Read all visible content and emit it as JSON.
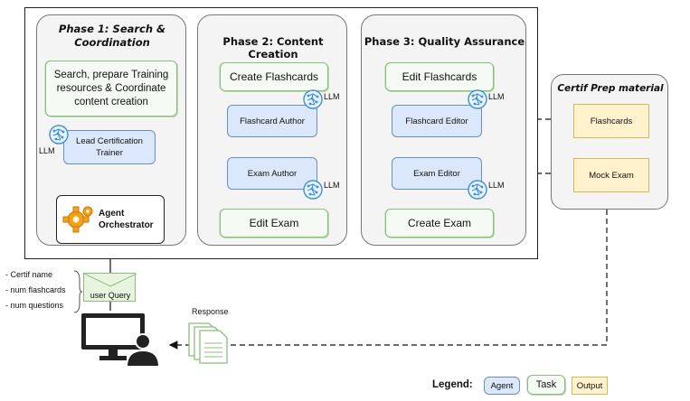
{
  "phases": [
    {
      "title": "Phase 1: Search & Coordination"
    },
    {
      "title": "Phase 2: Content Creation"
    },
    {
      "title": "Phase 3: Quality Assurance"
    }
  ],
  "phase1": {
    "task": "Search, prepare Training resources & Coordinate content creation",
    "agent": "Lead Certification Trainer",
    "llm": "LLM"
  },
  "phase2": {
    "task_top": "Create Flashcards",
    "agent_top": "Flashcard Author",
    "agent_bottom": "Exam Author",
    "task_bottom": "Edit Exam",
    "llm_top": "LLM",
    "llm_bottom": "LLM"
  },
  "phase3": {
    "task_top": "Edit Flashcards",
    "agent_top": "Flashcard Editor",
    "agent_bottom": "Exam Editor",
    "task_bottom": "Create Exam",
    "llm_top": "LLM",
    "llm_bottom": "LLM"
  },
  "orchestrator": {
    "label": "Agent Orchestrator"
  },
  "certif": {
    "title": "Certif Prep material",
    "out1": "Flashcards",
    "out2": "Mock Exam"
  },
  "query": {
    "label": "user Query",
    "params": [
      "- Certif name",
      "- num flashcards",
      "- num questions"
    ]
  },
  "response": {
    "label": "Response"
  },
  "legend": {
    "title": "Legend:",
    "agent": "Agent",
    "task": "Task",
    "output": "Output"
  },
  "colors": {
    "agent": "#dbe8fb",
    "task_border": "#8cbd7c",
    "output": "#fff2cc",
    "brain": "#3f8fd6"
  }
}
